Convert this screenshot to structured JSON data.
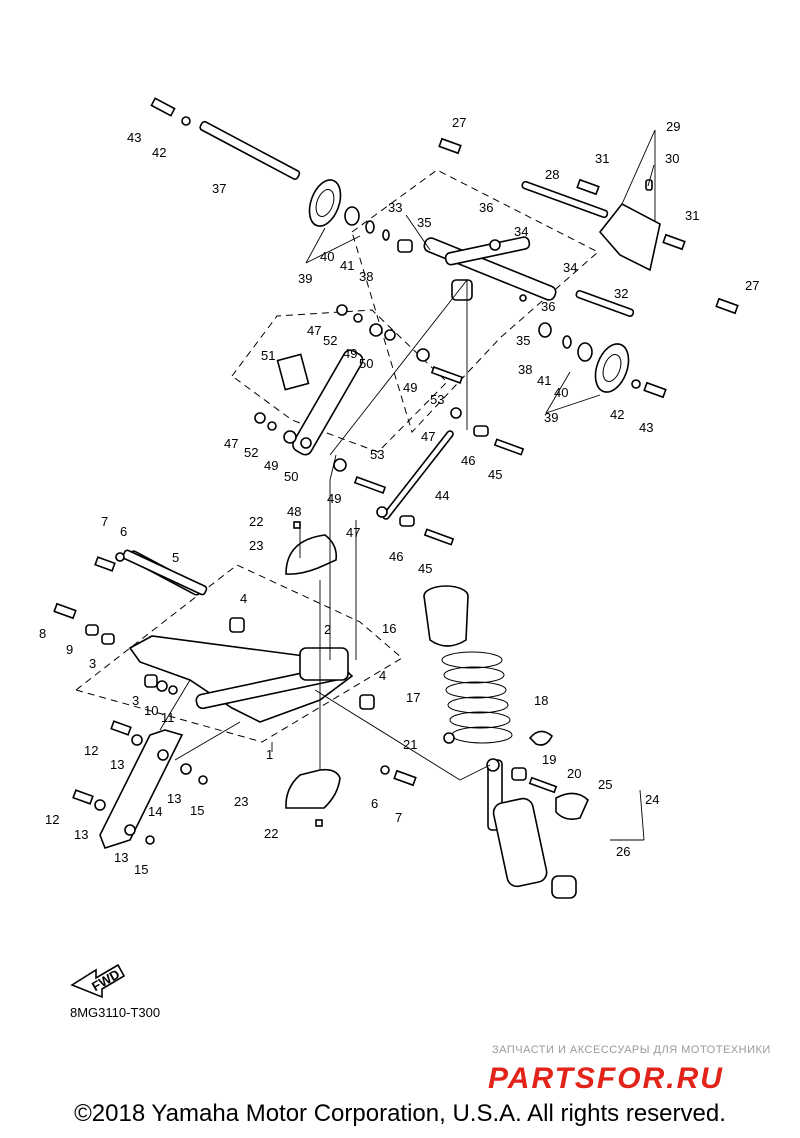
{
  "diagram": {
    "part_numbers": [
      "1",
      "2",
      "3",
      "4",
      "5",
      "6",
      "7",
      "8",
      "9",
      "10",
      "11",
      "12",
      "13",
      "14",
      "15",
      "16",
      "17",
      "18",
      "19",
      "20",
      "21",
      "22",
      "23",
      "24",
      "25",
      "26",
      "27",
      "28",
      "29",
      "30",
      "31",
      "32",
      "33",
      "34",
      "35",
      "36",
      "37",
      "38",
      "39",
      "40",
      "41",
      "42",
      "43",
      "44",
      "45",
      "46",
      "47",
      "48",
      "49",
      "50",
      "51",
      "52",
      "53"
    ],
    "fwd_label": "FWD",
    "diagram_code": "8MG3110-T300"
  },
  "watermark": {
    "tagline": "ЗАПЧАСТИ И АКСЕССУАРЫ ДЛЯ МОТОТЕХНИКИ",
    "brand": "PARTSFOR.RU",
    "brand_color": "#e2231a"
  },
  "footer": {
    "copyright": "©2018 Yamaha Motor Corporation, U.S.A. All rights reserved."
  }
}
